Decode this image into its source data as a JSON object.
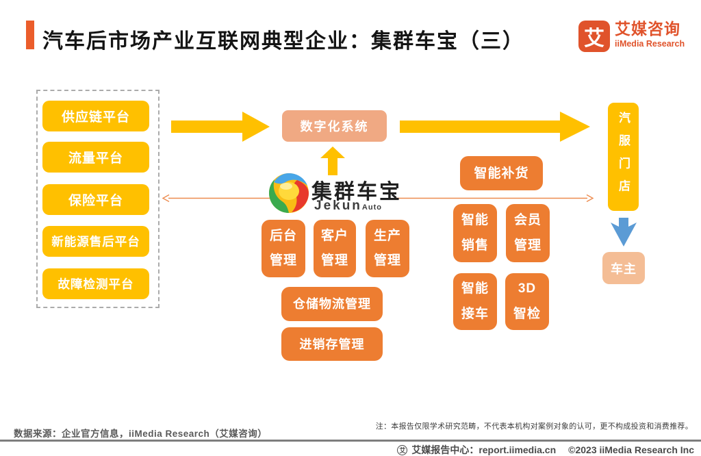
{
  "header": {
    "title": "汽车后市场产业互联网典型企业：集群车宝（三）",
    "brand_icon_char": "艾",
    "brand_name_cn": "艾媒咨询",
    "brand_name_en": "iiMedia Research"
  },
  "supply_panel": {
    "items": [
      {
        "label": "供应链平台"
      },
      {
        "label": "流量平台"
      },
      {
        "label": "保险平台"
      },
      {
        "label": "新能源售后平台"
      },
      {
        "label": "故障检测平台"
      }
    ]
  },
  "center": {
    "digital_system_label": "数字化系统",
    "logo_cn": "集群车宝",
    "logo_en_main": "Jekun",
    "logo_en_sub": "Auto",
    "backend_label": "后台\n管理",
    "customer_label": "客户\n管理",
    "production_label": "生产\n管理",
    "warehouse_label": "仓储物流管理",
    "inventory_label": "进销存管理"
  },
  "right_section": {
    "restock_label": "智能补货",
    "smart_sales_label": "智能\n销售",
    "member_label": "会员\n管理",
    "reception_label": "智能\n接车",
    "inspection_label": "3D\n智检",
    "store_label": "汽服门店",
    "owner_label": "车主"
  },
  "footer": {
    "source": "数据来源：企业官方信息，iiMedia Research（艾媒咨询）",
    "note": "注：本报告仅限学术研究范畴，不代表本机构对案例对象的认可，更不构成投资和消费推荐。",
    "center_icon_char": "艾",
    "report_center": "艾媒报告中心：report.iimedia.cn",
    "copyright": "©2023 iiMedia Research Inc"
  },
  "palette": {
    "accent_orange_red": "#EB5D2B",
    "brand_orange": "#E0532B",
    "gold": "#FFC000",
    "module_orange": "#ED7D31",
    "salmon": "#F0A983",
    "salmon_light": "#F4BD95",
    "flow_blue": "#5B9BD5",
    "dash_gray": "#ABABAB",
    "footer_gray": "#595959"
  }
}
